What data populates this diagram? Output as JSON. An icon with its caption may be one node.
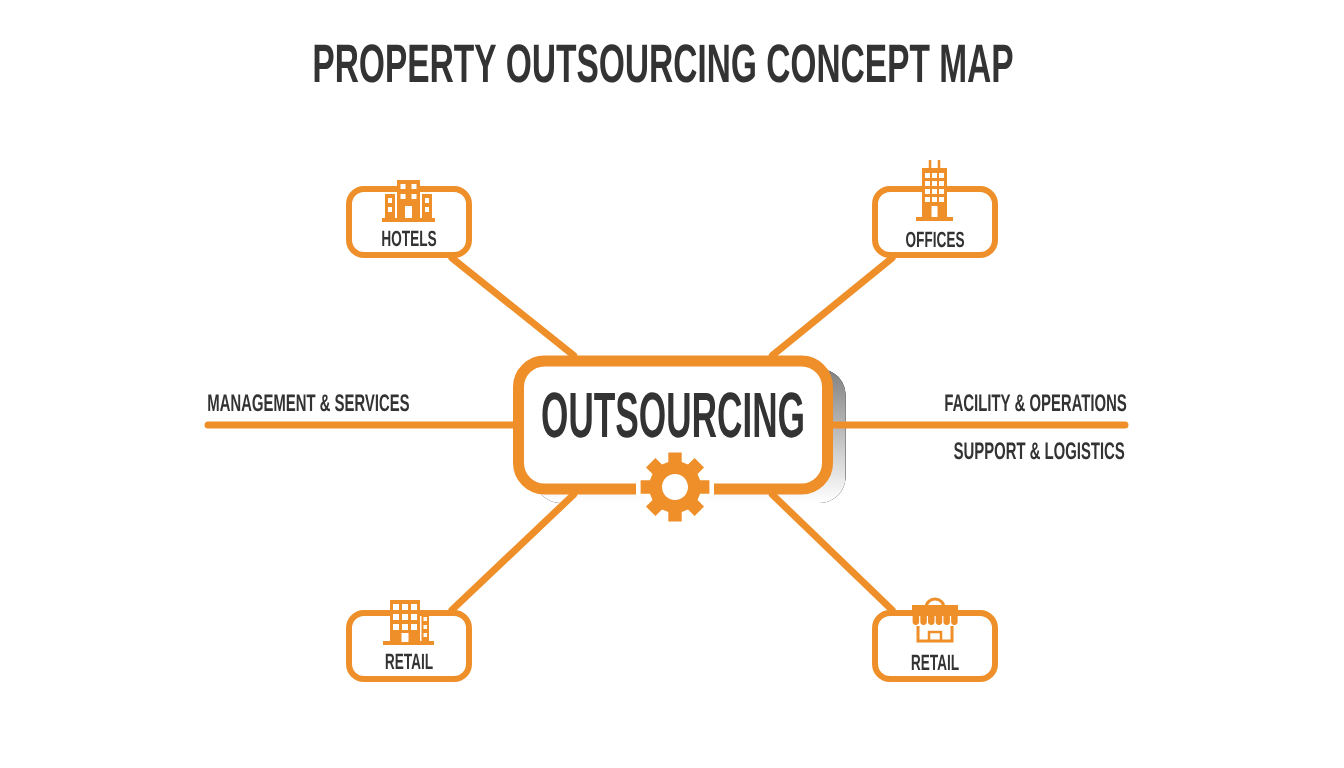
{
  "diagram": {
    "title": "PROPERTY OUTSOURCING CONCEPT MAP",
    "nodes": [
      {
        "text": [
          "HOTELS"
        ]
      },
      {
        "text": [
          "OFFICES"
        ]
      },
      {
        "text": [
          "OUTSOURCING"
        ]
      },
      {
        "text": [
          "RETAIL"
        ]
      },
      {
        "text": [
          "RETAIL"
        ]
      }
    ],
    "edges": [
      {
        "from": 2,
        "to": 0,
        "arrow": "none"
      },
      {
        "from": 2,
        "to": 1,
        "arrow": "none"
      },
      {
        "from": 2,
        "to": 3,
        "arrow": "none"
      },
      {
        "from": 2,
        "to": 4,
        "arrow": "none"
      },
      {
        "from": 2,
        "to": null,
        "arrow": "none",
        "label": "MANAGEMENT & SERVICES"
      },
      {
        "from": 2,
        "to": null,
        "arrow": "none",
        "label": "FACILITY & OPERATIONS"
      }
    ],
    "labels": [
      "SUPPORT & LOGISTICS"
    ]
  }
}
